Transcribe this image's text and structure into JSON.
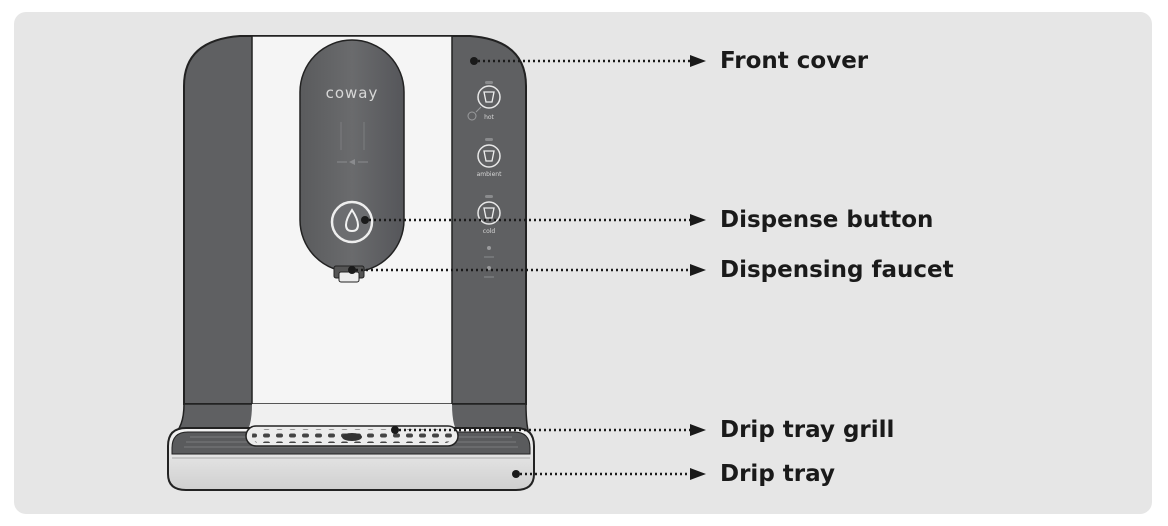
{
  "brand": "coway",
  "front_panel": {
    "hot": "hot",
    "ambient": "ambient",
    "cold": "cold"
  },
  "callouts": {
    "front_cover": "Front cover",
    "dispense_button": "Dispense button",
    "dispensing_faucet": "Dispensing faucet",
    "drip_tray_grill": "Drip tray grill",
    "drip_tray": "Drip tray"
  }
}
